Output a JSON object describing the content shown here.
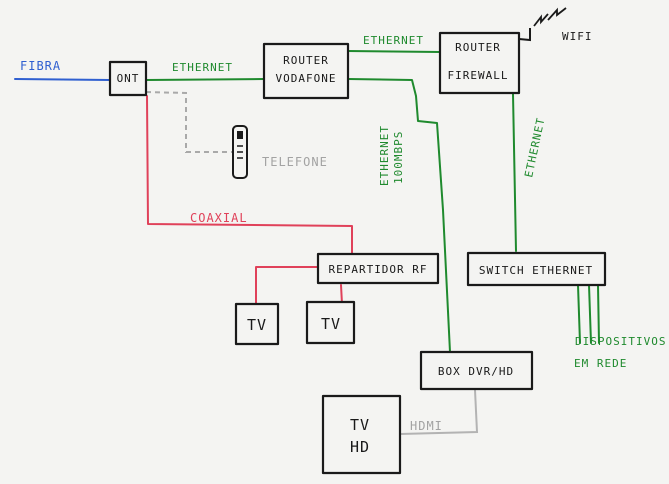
{
  "colors": {
    "ethernet": "#1f8a2e",
    "coaxial": "#e0415a",
    "fiber": "#2f5fd0",
    "phone": "#a9a9a9",
    "hdmi": "#b3b3b3"
  },
  "nodes": {
    "ont": "ONT",
    "router_vodafone_line1": "ROUTER",
    "router_vodafone_line2": "VODAFONE",
    "router_firewall_line1": "ROUTER",
    "router_firewall_line2": "FIREWALL",
    "repartidor": "REPARTIDOR RF",
    "tv1": "TV",
    "tv2": "TV",
    "switch": "SWITCH ETHERNET",
    "box": "BOX DVR/HD",
    "tvhd_line1": "TV",
    "tvhd_line2": "HD"
  },
  "links": {
    "fibra": "FIBRA",
    "ethernet_ont_router": "ETHERNET",
    "ethernet_router_firewall": "ETHERNET",
    "ethernet_100_line1": "ETHERNET",
    "ethernet_100_line2": "100MBPS",
    "ethernet_firewall_switch": "ETHERNET",
    "coaxial": "COAXIAL",
    "telefone": "TELEFONE",
    "hdmi": "HDMI",
    "wifi": "WIFI"
  },
  "devices": {
    "line1": "DISPOSITIVOS",
    "line2": "EM REDE"
  }
}
